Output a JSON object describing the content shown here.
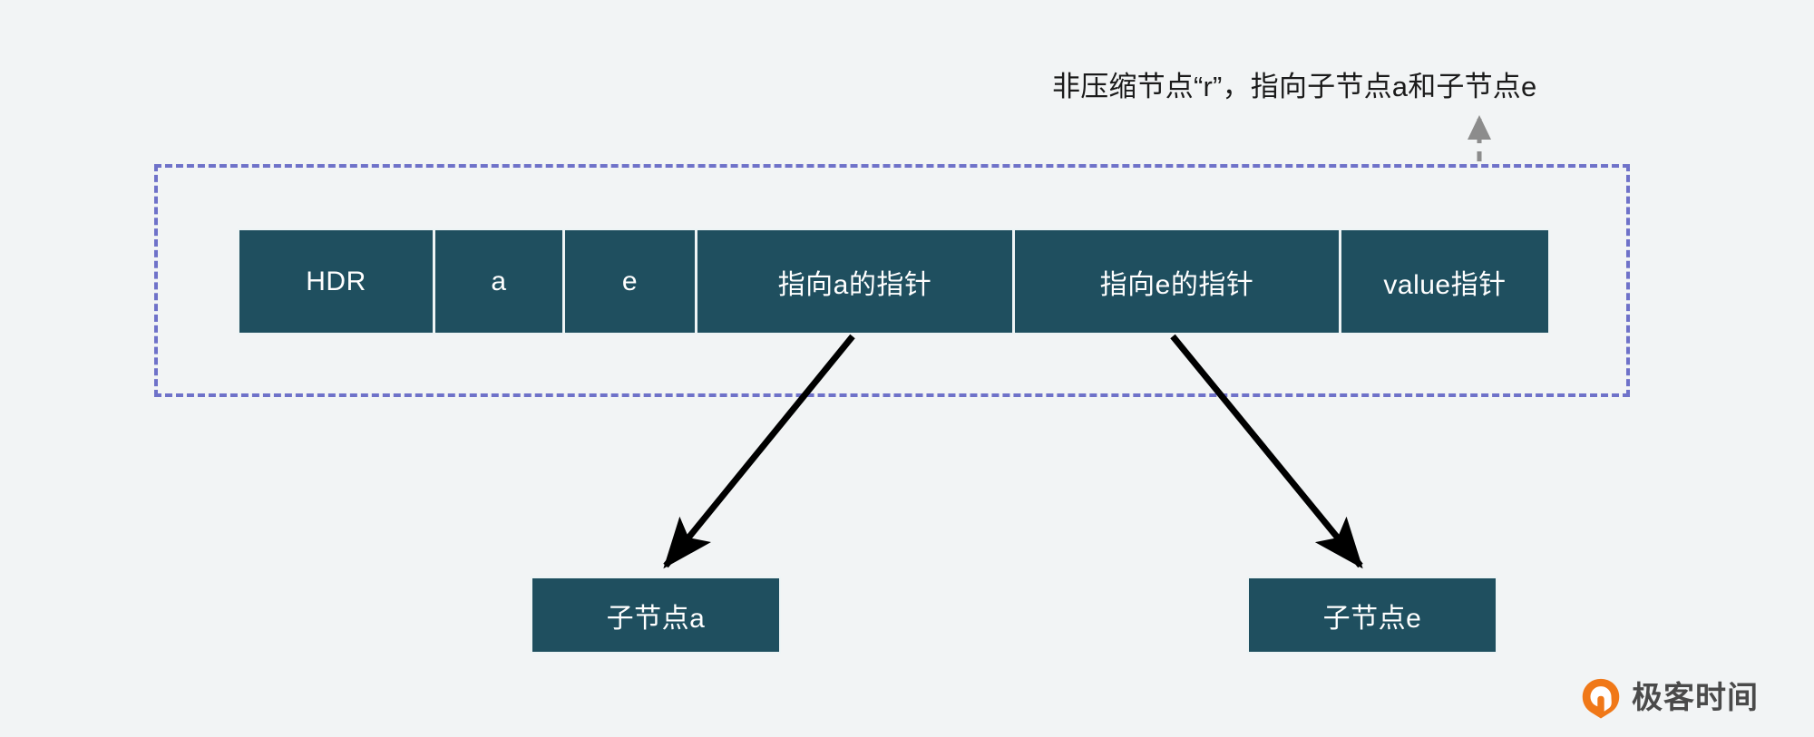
{
  "diagram": {
    "annotation": "非压缩节点“r”，指向子节点a和子节点e",
    "node_row": {
      "cells": [
        {
          "label": "HDR"
        },
        {
          "label": "a"
        },
        {
          "label": "e"
        },
        {
          "label": "指向a的指针"
        },
        {
          "label": "指向e的指针"
        },
        {
          "label": "value指针"
        }
      ]
    },
    "children": [
      {
        "label": "子节点a"
      },
      {
        "label": "子节点e"
      }
    ]
  },
  "brand": {
    "name": "极客时间",
    "mark_letter": "Q"
  },
  "colors": {
    "background": "#f2f4f5",
    "node_fill": "#1f4f5f",
    "node_text": "#ffffff",
    "dashed_group": "#6f72c9",
    "callout_arrow": "#8c8c8c",
    "pointer_arrow": "#000000",
    "brand_orange": "#f07818",
    "brand_text": "#4a4a4a"
  }
}
